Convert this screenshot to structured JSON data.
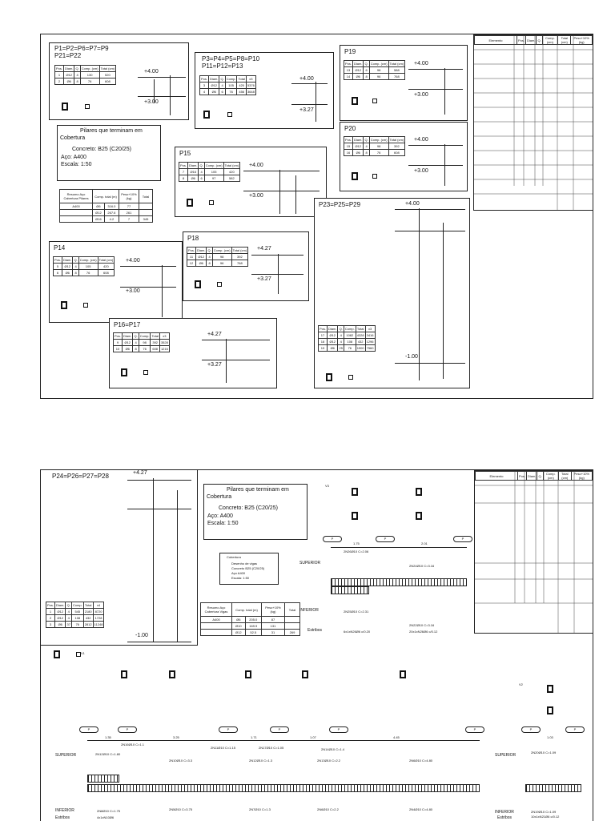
{
  "sheet1": {
    "p1_title1": "P1=P2=P6=P7=P9",
    "p1_title2": "P21=P22",
    "p1_lvl_top": "+4.00",
    "p1_lvl_bot": "+3.00",
    "p3_title1": "P3=P4=P5=P8=P10",
    "p3_title2": "P11=P12=P13",
    "p3_lvl_top": "+4.00",
    "p3_lvl_bot": "+3.27",
    "p19_title": "P19",
    "p19_lvl_top": "+4.00",
    "p19_lvl_bot": "+3.00",
    "p20_title": "P20",
    "p20_lvl_top": "+4.00",
    "p20_lvl_bot": "+3.00",
    "p15_title": "P15",
    "p15_lvl_top": "+4.00",
    "p15_lvl_bot": "+3.00",
    "p14_title": "P14",
    "p14_lvl_top": "+4.00",
    "p14_lvl_bot": "+3.00",
    "p18_title": "P18",
    "p18_lvl_top": "+4.27",
    "p18_lvl_bot": "+3.27",
    "p16_title": "P16=P17",
    "p16_lvl_top": "+4.27",
    "p16_lvl_bot": "+3.27",
    "p23_title": "P23=P25=P29",
    "p23_lvl_top": "+4.00",
    "p23_lvl_bot": "-1.00",
    "legend": {
      "line1": "Pilares que terminam em",
      "line2": "Cobertura",
      "line3": "Concreto: B25 (C20/25)",
      "line4": "Aço: A400",
      "line5": "Escala: 1:50"
    },
    "resumo_headers": [
      "Resumo Aço Cabertura Pilares",
      "Comp. total (m)",
      "Peso+10% (kg)",
      "Total"
    ],
    "resumo_rows": [
      [
        "A400",
        "Ø6",
        "316.0",
        "77",
        ""
      ],
      [
        "",
        "Ø12",
        "267.6",
        "261",
        ""
      ],
      [
        "",
        "Ø16",
        "4.2",
        "7",
        "345"
      ]
    ],
    "col_headers": [
      "Pos.",
      "Diam.",
      "Q.",
      "Comp. (cm)",
      "Total (cm)"
    ],
    "p1_rows": [
      [
        "1",
        "Ø12",
        "4",
        "130",
        "520"
      ],
      [
        "2",
        "Ø6",
        "8",
        "76",
        "608"
      ]
    ],
    "p14_rows": [
      [
        "5",
        "Ø12",
        "4",
        "105",
        "420"
      ],
      [
        "6",
        "Ø6",
        "8",
        "76",
        "608"
      ]
    ],
    "p19_rows": [
      [
        "13",
        "Ø12",
        "6",
        "98",
        "588"
      ],
      [
        "14",
        "Ø6",
        "8",
        "96",
        "768"
      ]
    ],
    "p20_rows": [
      [
        "15",
        "Ø12",
        "4",
        "98",
        "392"
      ],
      [
        "16",
        "Ø6",
        "8",
        "76",
        "608"
      ]
    ],
    "p15_rows": [
      [
        "7",
        "Ø16",
        "4",
        "105",
        "420"
      ],
      [
        "8",
        "Ø6",
        "6",
        "97",
        "582"
      ]
    ],
    "p18_rows": [
      [
        "11",
        "Ø12",
        "4",
        "98",
        "392"
      ],
      [
        "12",
        "Ø6",
        "8",
        "96",
        "768"
      ]
    ],
    "p16_rows": [
      [
        "9",
        "Ø12",
        "4",
        "98",
        "392"
      ],
      [
        "10",
        "Ø6",
        "8",
        "76",
        "608"
      ]
    ],
    "p23_rows": [
      [
        "17",
        "Ø12",
        "4",
        "1082",
        "4328"
      ],
      [
        "18",
        "Ø12",
        "4",
        "108",
        "432"
      ],
      [
        "19",
        "Ø6",
        "25",
        "76",
        "1900"
      ]
    ],
    "elements_header": [
      "Elemento",
      "Pos.",
      "Diam.",
      "Q.",
      "Comp. (cm)",
      "Total (cm)",
      "Peso+10% (kg)"
    ]
  },
  "sheet2": {
    "title": "P24=P26=P27=P28",
    "lvl_top": "+4.27",
    "lvl_bot": "-1.00",
    "v1_label": "V1",
    "v2_label": "V2",
    "v3_label": "V3",
    "legend": {
      "line1": "Pilares que terminam em",
      "line2": "Cobertura",
      "line3": "Concreto: B25 (C20/25)",
      "line4": "Aço: A400",
      "line5": "Escala: 1:50"
    },
    "small_legend": {
      "line1": "Cobertura",
      "line2": "Desenho de vigas",
      "line3": "Concreto B25 (C20/25)",
      "line4": "Aço A400",
      "line5": "Escala: 1:50"
    },
    "rows": [
      [
        "1",
        "Ø12",
        "4",
        "545",
        "2180"
      ],
      [
        "2",
        "Ø12",
        "4",
        "108",
        "432"
      ],
      [
        "3",
        "Ø6",
        "37",
        "76",
        "2812"
      ]
    ],
    "resumo_headers": [
      "Resumo Aço Cabertura Vigas",
      "Comp. total (m)",
      "Peso+10% (kg)",
      "Total"
    ],
    "resumo_rows": [
      [
        "A400",
        "Ø6",
        "205.0",
        "87",
        ""
      ],
      [
        "",
        "Ø10",
        "169.9",
        "131",
        ""
      ],
      [
        "",
        "Ø12",
        "52.5",
        "31",
        "269"
      ]
    ],
    "superior": "SUPERIOR",
    "inferior": "INFERIOR",
    "estribos": "Estribos",
    "v3_spans": [
      "1.75",
      "2.01"
    ],
    "v3_bars": [
      "2N26Ø10 C=2.06",
      "2N24Ø10 C=3.16",
      "2N25Ø10 C=2.31",
      "2N22Ø10 C=3.16"
    ],
    "v3_stirrups": [
      "6x1xN26Ø6 c/0.20",
      "20x1xN26Ø6 c/0.12"
    ],
    "v1_spans": [
      "1.35",
      "3.25",
      "1.71",
      "1.07",
      "4.45"
    ],
    "v1_bars_top": [
      "2N16Ø10 C=1.1",
      "2N11Ø10 C=1.15",
      "2N17Ø10 C=1.05",
      "2N14Ø10 C=1.4",
      "2N12Ø10 C=1.80"
    ],
    "v1_bars_mid": [
      "2N10Ø10 C=3.3",
      "2N12Ø10 C=1.3",
      "2N13Ø10 C=2.2",
      "2N6Ø10 C=4.80"
    ],
    "v1_bars_bot": [
      "2N5Ø10 C=3.75",
      "2N7Ø10 C=1.3",
      "2N6Ø10 C=2.2",
      "2N4Ø10 C=4.80",
      "2N8Ø10 C=1.75"
    ],
    "v1_stirrup": "4x1xN10Ø6",
    "v2_span": "1.03",
    "v2_bars": [
      "2N20Ø10 C=1.09",
      "2N19Ø10 C=1.09"
    ],
    "v2_stirrup": "10x1xN21Ø6 c/0.12"
  }
}
